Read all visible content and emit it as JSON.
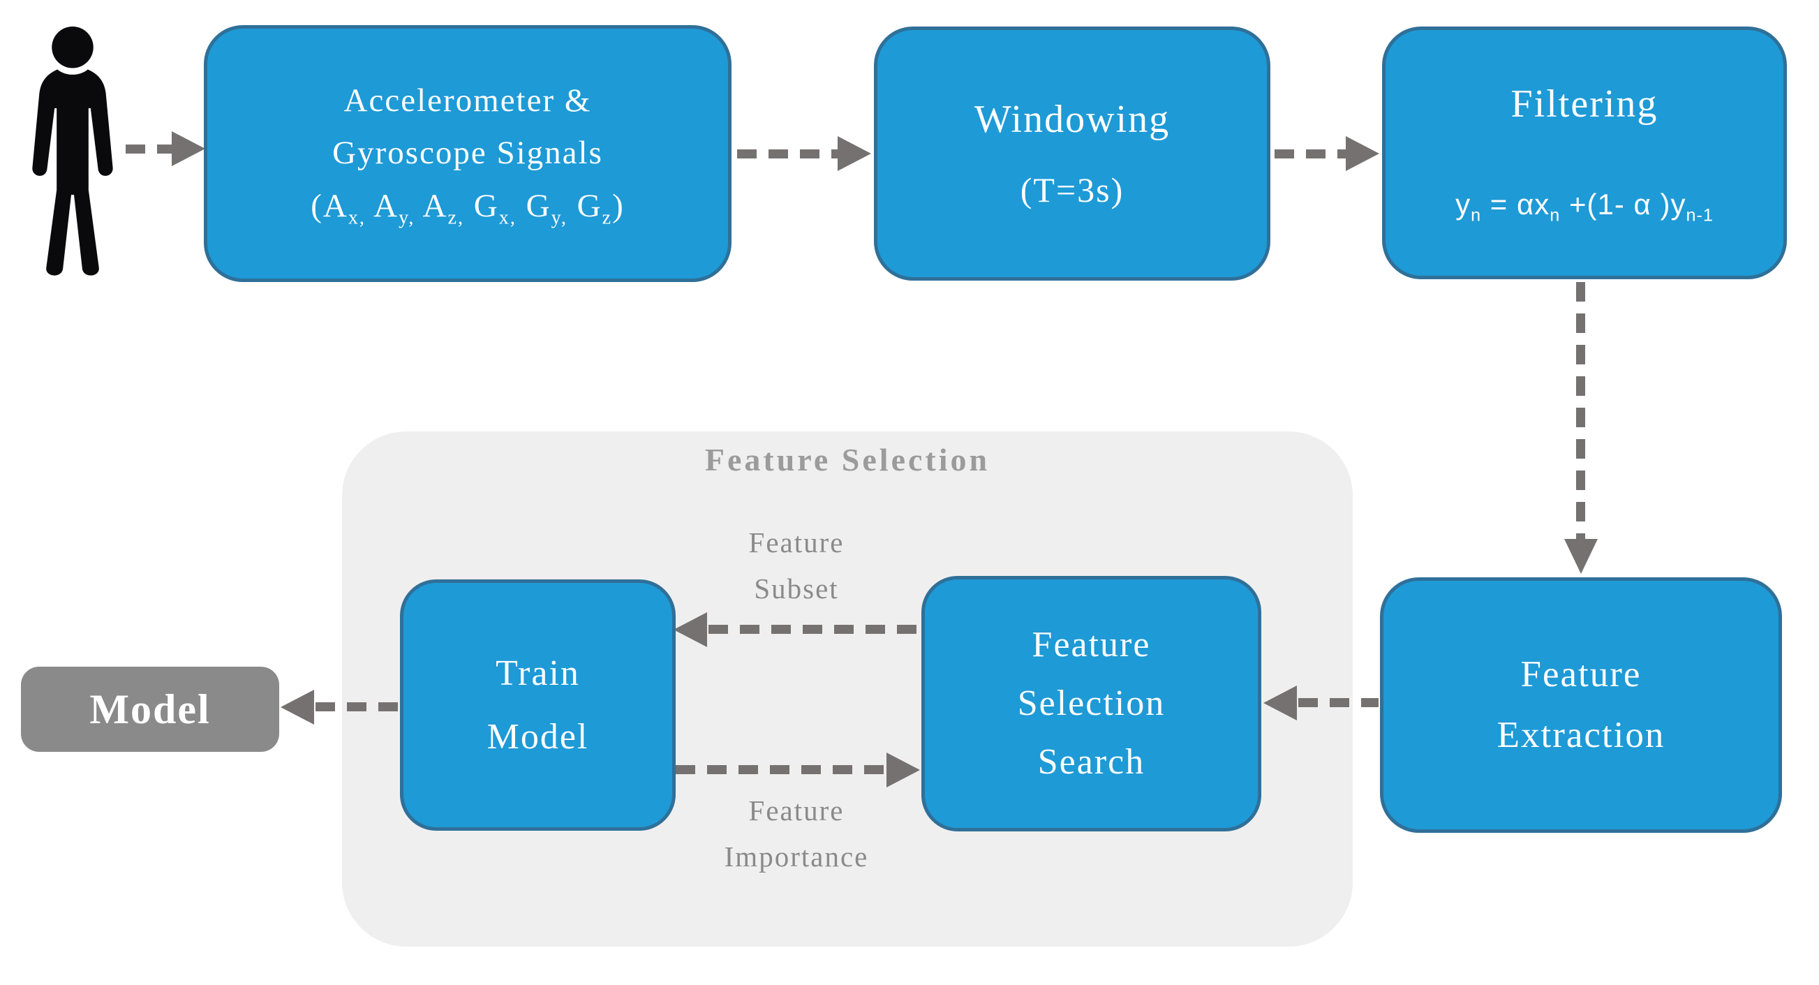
{
  "diagram": {
    "boxes": {
      "signals": {
        "line1": "Accelerometer &",
        "line2": "Gyroscope Signals",
        "line3_parts": [
          "(A",
          "x,",
          " A",
          "y,",
          " A",
          "z,",
          " G",
          "x,",
          " G",
          "y,",
          " G",
          "z",
          ")"
        ]
      },
      "windowing": {
        "line1": "Windowing",
        "line2": "(T=3s)"
      },
      "filtering": {
        "title": "Filtering",
        "formula_parts": [
          "y",
          "n",
          " = αx",
          "n",
          " +(1- α )y",
          "n-1"
        ]
      },
      "feature_extraction": {
        "line1": "Feature",
        "line2": "Extraction"
      },
      "feature_selection_search": {
        "line1": "Feature",
        "line2": "Selection",
        "line3": "Search"
      },
      "train_model": {
        "line1": "Train",
        "line2": "Model"
      },
      "model": {
        "label": "Model"
      }
    },
    "group": {
      "title": "Feature Selection"
    },
    "edge_labels": {
      "feature_subset": {
        "line1": "Feature",
        "line2": "Subset"
      },
      "feature_importance": {
        "line1": "Feature",
        "line2": "Importance"
      }
    },
    "icons": {
      "person": "standing-person-pictogram"
    },
    "colors": {
      "box_blue_fill": "#1E9AD6",
      "box_blue_border": "#2F7099",
      "model_gray_fill": "#8A8A8A",
      "group_background": "#F0EFEF",
      "group_title_gray": "#9B9B9B",
      "edge_label_gray": "#8A8A8A",
      "arrow_gray": "#767171",
      "box_text": "#FFFFFF",
      "person_black": "#0A0A0C"
    }
  }
}
